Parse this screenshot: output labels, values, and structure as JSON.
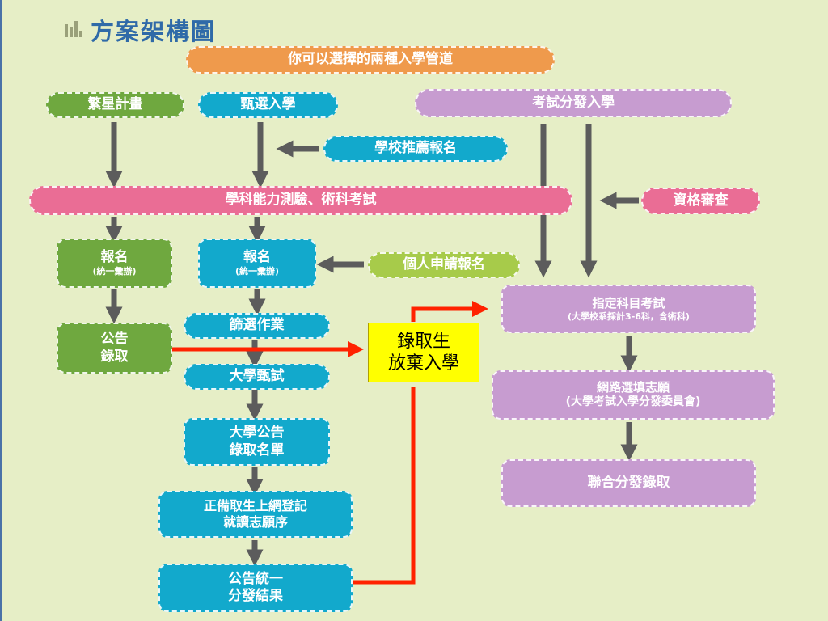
{
  "header": {
    "title": "方案架構圖"
  },
  "boxes": {
    "top": "你可以選擇的兩種入學管道",
    "fanxing": "繁星計畫",
    "zhenxuan": "甄選入學",
    "kaoshi": "考試分發入學",
    "school_rec": "學校推薦報名",
    "test": "學科能力測驗、術科考試",
    "qualify": "資格審查",
    "reg1_a": "報名",
    "reg1_b": "(統一彙辦)",
    "reg2_a": "報名",
    "reg2_b": "(統一彙辦)",
    "personal": "個人申請報名",
    "screen": "篩選作業",
    "announce1_a": "公告",
    "announce1_b": "錄取",
    "interview": "大學甄試",
    "univ_announce_a": "大學公告",
    "univ_announce_b": "錄取名單",
    "register_a": "正備取生上網登記",
    "register_b": "就讀志願序",
    "unified_a": "公告統一",
    "unified_b": "分發結果",
    "designated_a": "指定科目考試",
    "designated_b": "(大學校系採計3-6科，含術科)",
    "online_a": "網路選填志願",
    "online_b": "(大學考試入學分發委員會)",
    "joint": "聯合分發錄取"
  },
  "note": {
    "line1": "錄取生",
    "line2": "放棄入學"
  },
  "colors": {
    "background": "#e6eec6",
    "title": "#2f6aa8",
    "orange": "#ef9a4c",
    "green": "#6fa83f",
    "blue": "#12a9cc",
    "purple": "#c79cd0",
    "pink": "#ea6d95",
    "lime": "#a7cb4a",
    "arrow": "#5c5c5c",
    "red_line": "#ff2200",
    "note": "#ffff00"
  }
}
